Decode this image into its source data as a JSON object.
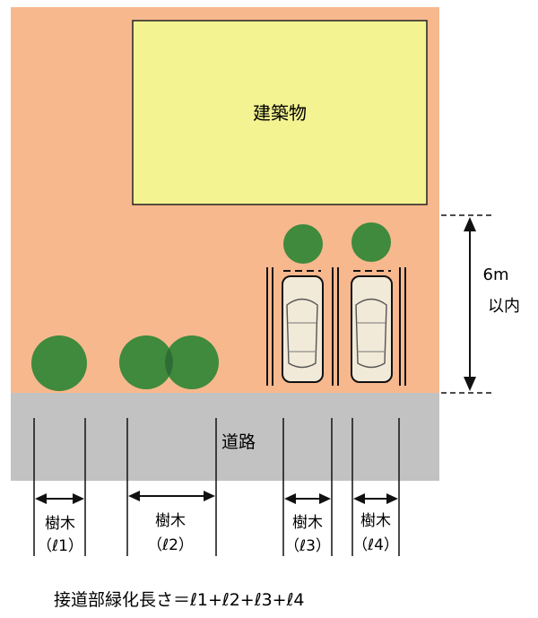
{
  "building": {
    "label": "建築物"
  },
  "road": {
    "label": "道路"
  },
  "dimension": {
    "distance": "6m",
    "suffix": "以内"
  },
  "tree_labels": [
    {
      "name": "樹木",
      "symbol": "（ℓ1）"
    },
    {
      "name": "樹木",
      "symbol": "（ℓ2）"
    },
    {
      "name": "樹木",
      "symbol": "（ℓ3）"
    },
    {
      "name": "樹木",
      "symbol": "（ℓ4）"
    }
  ],
  "formula": "接道部緑化長さ＝ℓ1+ℓ2+ℓ3+ℓ4",
  "colors": {
    "site": "#f7b88e",
    "building": "#f4f392",
    "road": "#c2c2c2",
    "tree": "#3f8a3c",
    "tree_overlap": "#2e6e36",
    "car": "#f2ead8"
  }
}
